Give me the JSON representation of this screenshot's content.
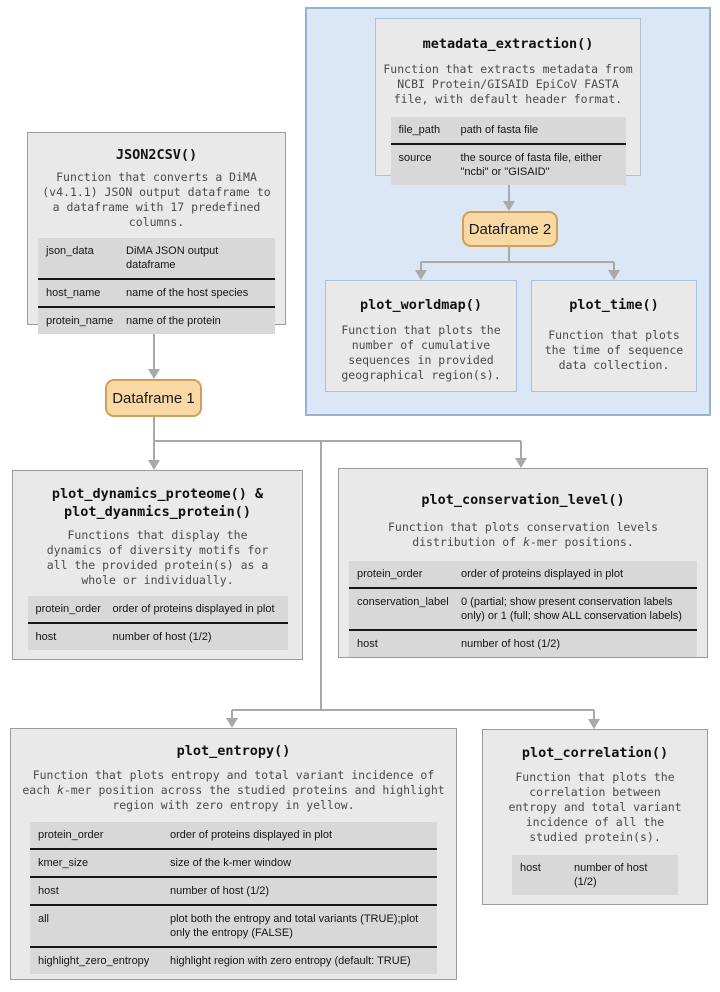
{
  "colors": {
    "container_fill": "#dbe7f5",
    "container_border": "#94b3d7",
    "box_fill": "#e9e9e9",
    "box_border_gray": "#9b9b9b",
    "box_border_blue": "#a6c1dd",
    "table_row_fill": "#d8d8d8",
    "table_divider": "#171717",
    "dataframe_chip_fill": "#f9d9a3",
    "dataframe_chip_border": "#cfa05a",
    "arrow": "#a9a9a9"
  },
  "nodes": {
    "metadata_extraction": {
      "title": "metadata_extraction()",
      "description": "Function that extracts metadata from NCBI Protein/GISAID EpiCoV FASTA file, with default header format.",
      "params": [
        {
          "name": "file_path",
          "desc": "path of fasta file"
        },
        {
          "name": "source",
          "desc": "the source of fasta file, either \"ncbi\" or \"GISAID\""
        }
      ]
    },
    "dataframe2": {
      "label": "Dataframe 2"
    },
    "plot_worldmap": {
      "title": "plot_worldmap()",
      "description": "Function that plots the number of cumulative sequences in provided geographical region(s)."
    },
    "plot_time": {
      "title": "plot_time()",
      "description": "Function that plots the time of sequence data collection."
    },
    "json2csv": {
      "title": "JSON2CSV()",
      "description": "Function that converts a DiMA (v4.1.1) JSON output dataframe to a dataframe with 17 predefined columns.",
      "params": [
        {
          "name": "json_data",
          "desc": "DiMA JSON output dataframe"
        },
        {
          "name": "host_name",
          "desc": "name of the host species"
        },
        {
          "name": "protein_name",
          "desc": "name of the protein"
        }
      ]
    },
    "dataframe1": {
      "label": "Dataframe 1"
    },
    "plot_dynamics": {
      "title": "plot_dynamics_proteome() & plot_dyanmics_protein()",
      "description": "Functions that display the dynamics of diversity motifs for all the provided protein(s) as a whole or individually.",
      "params": [
        {
          "name": "protein_order",
          "desc": "order of proteins displayed in plot"
        },
        {
          "name": "host",
          "desc": "number of host (1/2)"
        }
      ]
    },
    "plot_conservation_level": {
      "title": "plot_conservation_level()",
      "description_parts": [
        {
          "t": "Function that plots conservation levels distribution of "
        },
        {
          "t": "k",
          "i": true
        },
        {
          "t": "-mer positions."
        }
      ],
      "params": [
        {
          "name": "protein_order",
          "desc": "order of proteins displayed in plot"
        },
        {
          "name": "conservation_label",
          "desc": "0 (partial; show present conservation labels only) or 1 (full; show ALL conservation labels)"
        },
        {
          "name": "host",
          "desc": "number of host (1/2)"
        }
      ]
    },
    "plot_entropy": {
      "title": "plot_entropy()",
      "description_parts": [
        {
          "t": "Function that plots entropy and total variant incidence of each "
        },
        {
          "t": "k",
          "i": true
        },
        {
          "t": "-mer position across the studied proteins and highlight region with zero entropy in yellow."
        }
      ],
      "params": [
        {
          "name": "protein_order",
          "desc": "order of proteins displayed in plot"
        },
        {
          "name": "kmer_size",
          "desc": "size of the k-mer window"
        },
        {
          "name": "host",
          "desc": "number of host (1/2)"
        },
        {
          "name": "all",
          "desc": "plot both the entropy and total variants (TRUE);plot only the entropy (FALSE)"
        },
        {
          "name": "highlight_zero_entropy",
          "desc": "highlight region with zero entropy (default: TRUE)"
        }
      ]
    },
    "plot_correlation": {
      "title": "plot_correlation()",
      "description": "Function that plots the correlation between entropy and total variant incidence of all the studied protein(s).",
      "params": [
        {
          "name": "host",
          "desc": "number of host (1/2)"
        }
      ]
    }
  }
}
